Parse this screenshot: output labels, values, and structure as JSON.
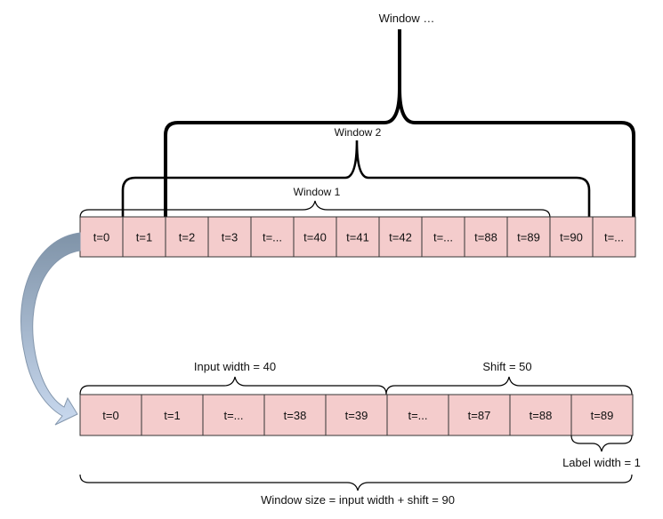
{
  "windows": {
    "window_1": "Window 1",
    "window_2": "Window 2",
    "window_more": "Window …"
  },
  "top_row": [
    "t=0",
    "t=1",
    "t=2",
    "t=3",
    "t=...",
    "t=40",
    "t=41",
    "t=42",
    "t=...",
    "t=88",
    "t=89",
    "t=90",
    "t=..."
  ],
  "bottom_row": [
    "t=0",
    "t=1",
    "t=...",
    "t=38",
    "t=39",
    "t=...",
    "t=87",
    "t=88",
    "t=89"
  ],
  "labels": {
    "input_width": "Input width = 40",
    "shift": "Shift = 50",
    "label_width": "Label width = 1",
    "window_size": "Window size = input width + shift = 90"
  },
  "colors": {
    "cell_fill": "#f4cccc",
    "cell_stroke": "#333333",
    "arrow_dark": "#7f93a8",
    "arrow_light": "#c9d9ef"
  }
}
